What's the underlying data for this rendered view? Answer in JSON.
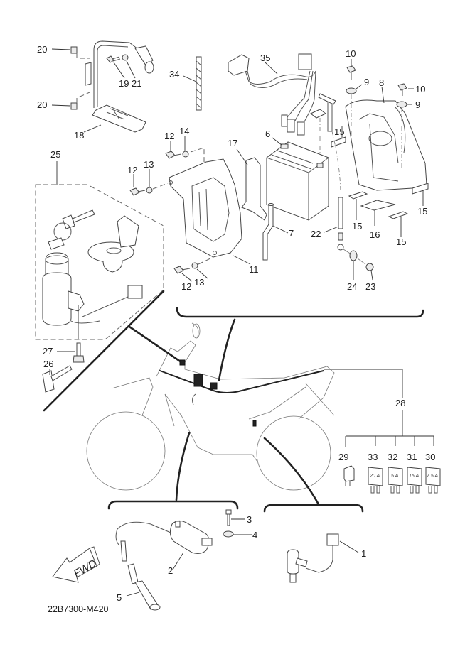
{
  "diagram": {
    "title": "Electrical 1 exploded parts diagram",
    "drawing_code": "22B7300-M420",
    "direction_arrow_label": "FWD",
    "callouts": {
      "c1": "1",
      "c2": "2",
      "c3": "3",
      "c4": "4",
      "c5": "5",
      "c6": "6",
      "c7": "7",
      "c8": "8",
      "c9a": "9",
      "c9b": "9",
      "c10a": "10",
      "c10b": "10",
      "c11": "11",
      "c12a": "12",
      "c12b": "12",
      "c12c": "12",
      "c13a": "13",
      "c13b": "13",
      "c14": "14",
      "c15a": "15",
      "c15b": "15",
      "c15c": "15",
      "c15d": "15",
      "c16": "16",
      "c17": "17",
      "c18": "18",
      "c19": "19",
      "c20a": "20",
      "c20b": "20",
      "c21": "21",
      "c22": "22",
      "c23": "23",
      "c24": "24",
      "c25": "25",
      "c26": "26",
      "c27": "27",
      "c28": "28",
      "c29": "29",
      "c30": "30",
      "c31": "31",
      "c32": "32",
      "c33": "33",
      "c34": "34",
      "c35": "35"
    },
    "fuse_ratings": {
      "f33": "20 A",
      "f32": "5 A",
      "f31": "15 A",
      "f30": "7.5 A"
    },
    "colors": {
      "line": "#444444",
      "bracket": "#222222",
      "background": "#ffffff"
    }
  }
}
